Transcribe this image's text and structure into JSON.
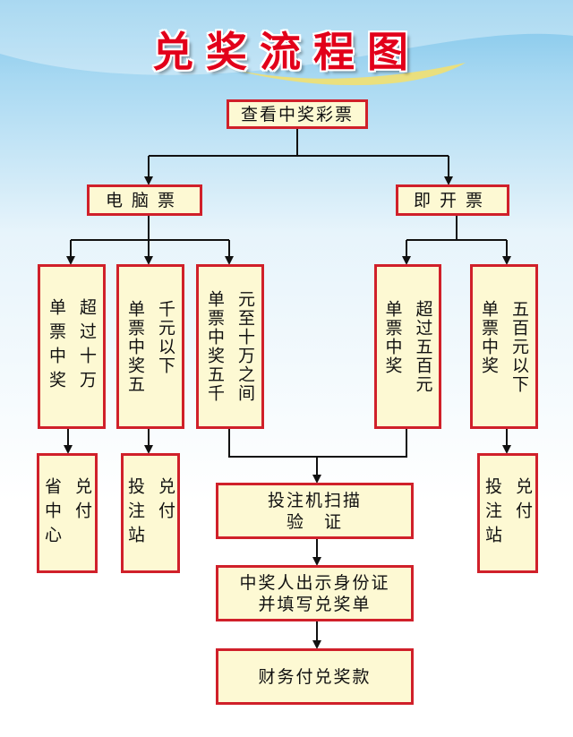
{
  "title": "兑奖流程图",
  "nodes": {
    "check": "查看中奖彩票",
    "computer": "电脑票",
    "instant": "即开票",
    "c_over_100k": [
      "超过十万",
      "单票中奖"
    ],
    "c_under_1k": [
      "千元以下",
      "单票中奖五"
    ],
    "c_1k_to_100k": [
      "元至十万之间",
      "单票中奖五千"
    ],
    "i_over_500": [
      "超过五百元",
      "单票中奖"
    ],
    "i_under_500": [
      "五百元以下",
      "单票中奖"
    ],
    "prov_center": [
      "兑付",
      "省中心"
    ],
    "station_left": [
      "兑付",
      "投注站"
    ],
    "station_right": [
      "兑付",
      "投注站"
    ],
    "scan": [
      "投注机扫描",
      "验　证"
    ],
    "id_card": [
      "中奖人出示身份证",
      "并填写兑奖单"
    ],
    "pay": "财务付兑奖款"
  },
  "colors": {
    "title": "#e2001a",
    "box_border": "#d0202a",
    "box_fill": "#fdf9d3",
    "connector": "#111111"
  }
}
